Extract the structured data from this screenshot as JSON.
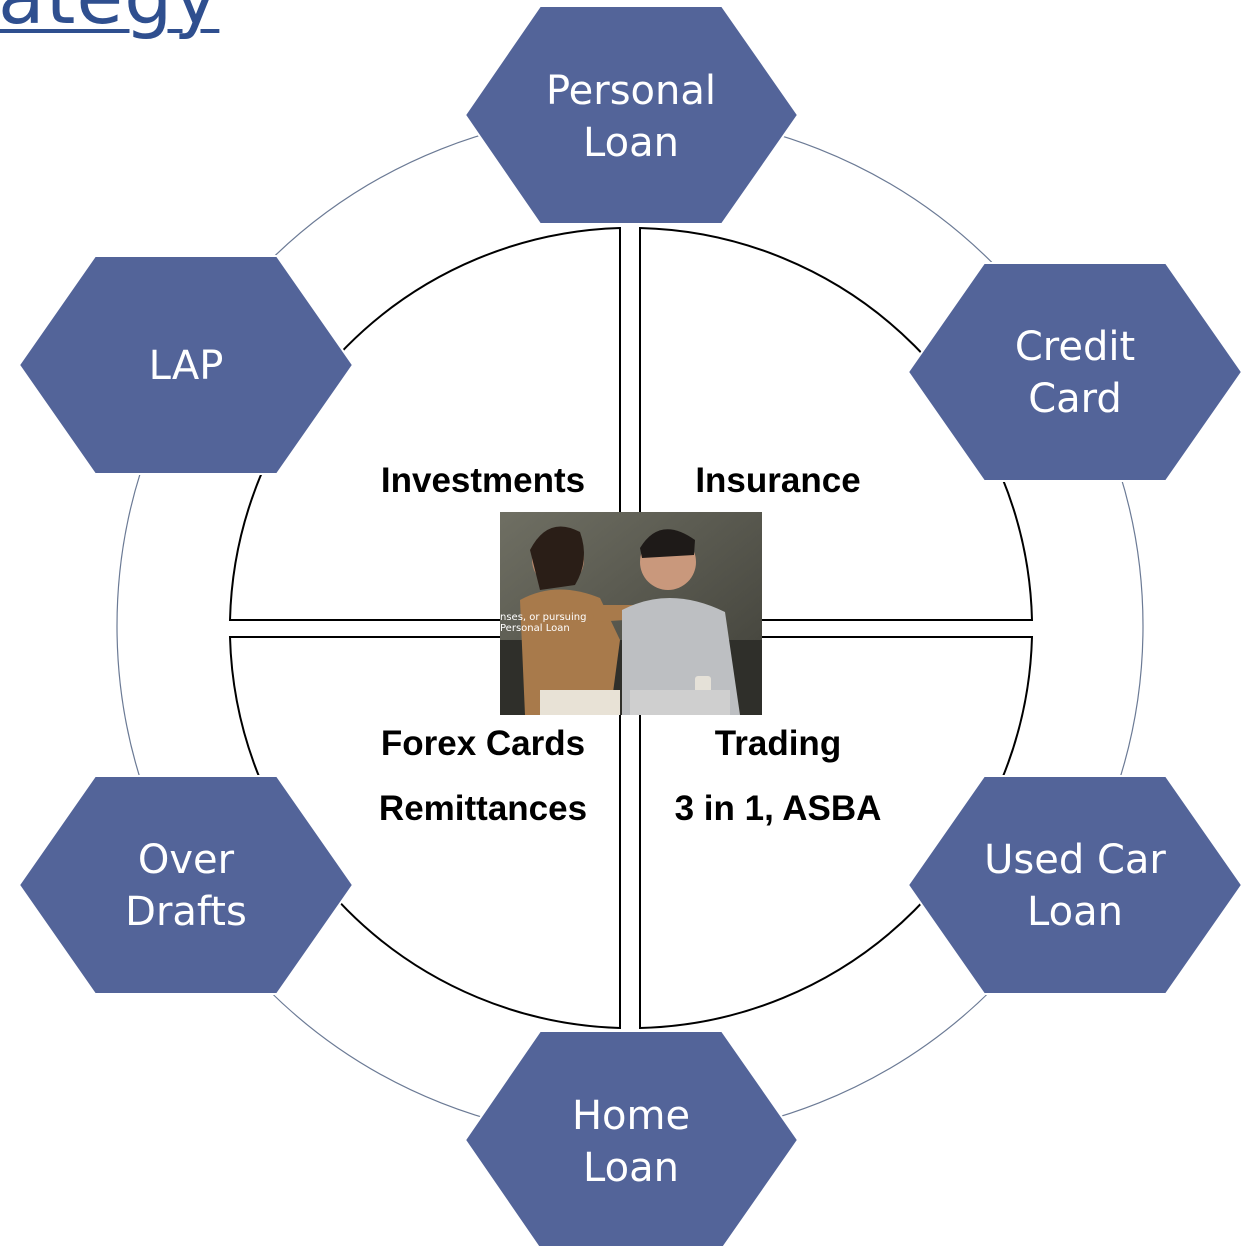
{
  "title_fragment": "ategy",
  "products": [
    {
      "name": "personal-loan",
      "lines": [
        "Personal",
        "Loan"
      ]
    },
    {
      "name": "credit-card",
      "lines": [
        "Credit",
        "Card"
      ]
    },
    {
      "name": "used-car-loan",
      "lines": [
        "Used Car",
        "Loan"
      ]
    },
    {
      "name": "home-loan",
      "lines": [
        "Home",
        "Loan"
      ]
    },
    {
      "name": "over-drafts",
      "lines": [
        "Over",
        "Drafts"
      ]
    },
    {
      "name": "lap",
      "lines": [
        "LAP"
      ]
    }
  ],
  "quadrants": {
    "top_left": [
      "Investments"
    ],
    "top_right": [
      "Insurance"
    ],
    "bottom_left": [
      "Forex Cards",
      "Remittances"
    ],
    "bottom_right": [
      "Trading",
      "3 in 1, ASBA"
    ]
  },
  "photo": {
    "caption_lines": [
      "nses, or pursuing",
      "Personal Loan"
    ]
  },
  "colors": {
    "hexagon_fill": "#536499",
    "hexagon_stroke": "#ffffff",
    "outer_ring": "#6b7a95",
    "inner_circle": "#000000",
    "title": "#2f4f8f"
  }
}
